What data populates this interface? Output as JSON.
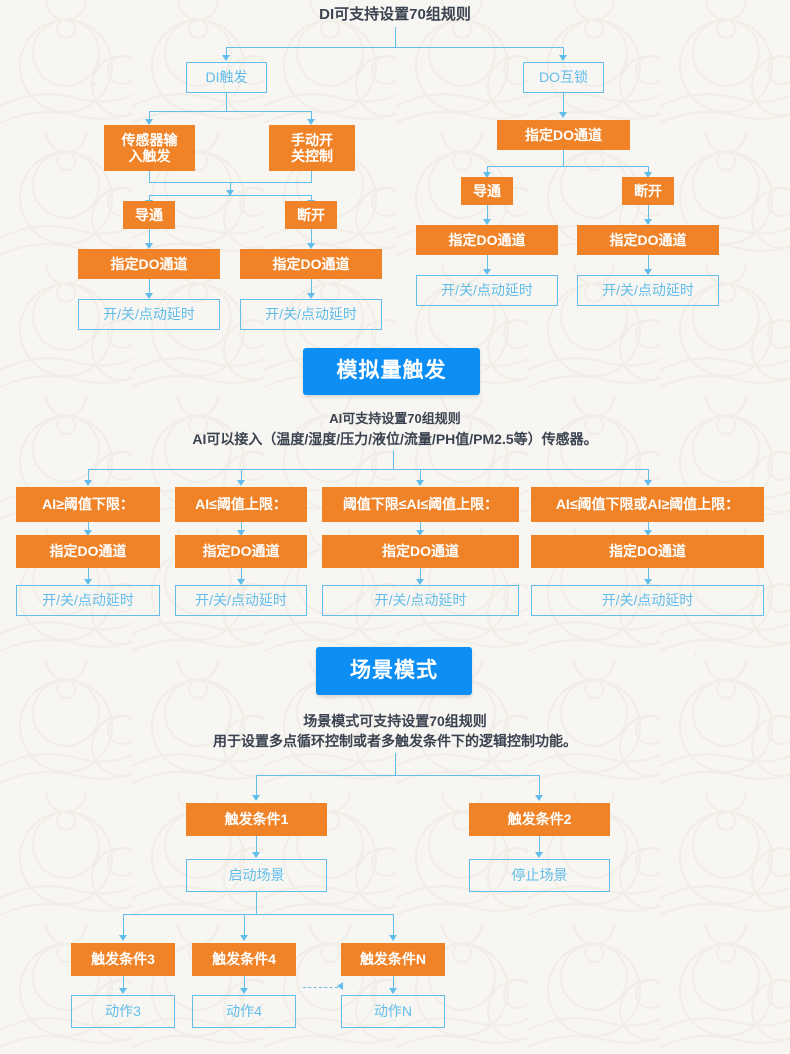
{
  "theme": {
    "background": "#f7f6f2",
    "orange": "#f08327",
    "blue_badge": "#0d8ef5",
    "line_blue": "#62bdea",
    "title_text": "#3b4250"
  },
  "di_section": {
    "title": "DI可支持设置70组规则",
    "branch_di": "DI触发",
    "branch_do": "DO互锁",
    "di_sensor": "传感器输\n入触发",
    "di_manual": "手动开\n关控制",
    "di_on": "导通",
    "di_off": "断开",
    "di_do_channel_left": "指定DO通道",
    "di_do_channel_right": "指定DO通道",
    "di_action_left": "开/关/点动延时",
    "di_action_right": "开/关/点动延时",
    "do_channel_top": "指定DO通道",
    "do_on": "导通",
    "do_off": "断开",
    "do_channel_left": "指定DO通道",
    "do_channel_right": "指定DO通道",
    "do_action_left": "开/关/点动延时",
    "do_action_right": "开/关/点动延时"
  },
  "ai_section": {
    "badge": "模拟量触发",
    "desc_line1": "AI可支持设置70组规则",
    "desc_line2": "AI可以接入（温度/湿度/压力/液位/流量/PH值/PM2.5等）传感器。",
    "conditions": [
      "AI≥阈值下限：",
      "AI≤阈值上限：",
      "阈值下限≤AI≤阈值上限：",
      "AI≤阈值下限或AI≥阈值上限："
    ],
    "channels": [
      "指定DO通道",
      "指定DO通道",
      "指定DO通道",
      "指定DO通道"
    ],
    "actions": [
      "开/关/点动延时",
      "开/关/点动延时",
      "开/关/点动延时",
      "开/关/点动延时"
    ]
  },
  "scene_section": {
    "badge": "场景模式",
    "desc_line1": "场景模式可支持设置70组规则",
    "desc_line2": "用于设置多点循环控制或者多触发条件下的逻辑控制功能。",
    "trigger1": "触发条件1",
    "trigger2": "触发条件2",
    "start_scene": "启动场景",
    "stop_scene": "停止场景",
    "trigger3": "触发条件3",
    "trigger4": "触发条件4",
    "triggerN": "触发条件N",
    "action3": "动作3",
    "action4": "动作4",
    "actionN": "动作N"
  }
}
